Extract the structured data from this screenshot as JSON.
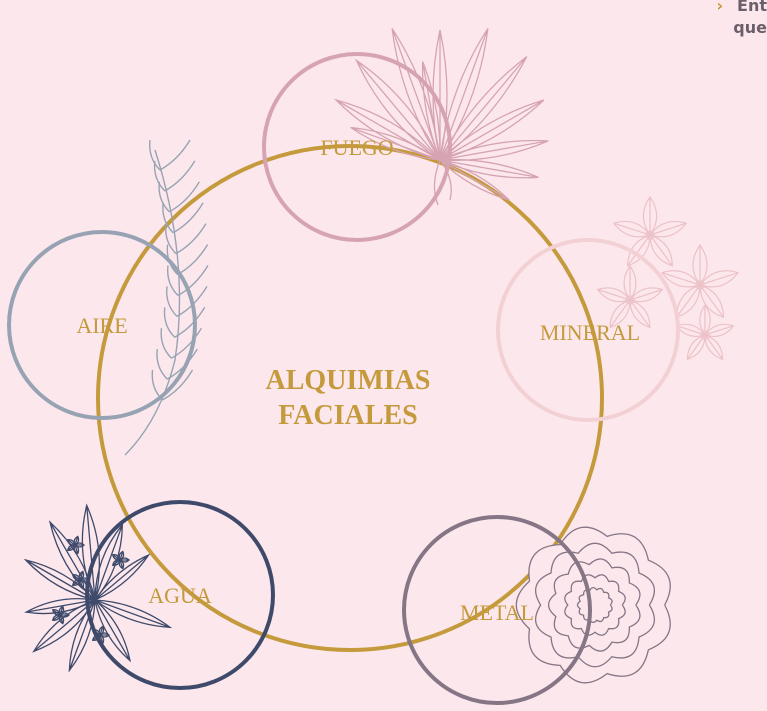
{
  "colors": {
    "background": "#fce8ec",
    "ring": "#c49a3c",
    "label": "#c49a3c",
    "fuego": "#d6a3b3",
    "mineral": "#f2d0d4",
    "metal": "#857585",
    "agua": "#3f4a6b",
    "aire": "#97a3b3"
  },
  "center": {
    "line1": "ALQUIMIAS",
    "line2": "FACIALES"
  },
  "elements": [
    {
      "id": "fuego",
      "label": "FUEGO",
      "color": "#d6a3b3",
      "flower": "fuego-flower-icon"
    },
    {
      "id": "mineral",
      "label": "MINERAL",
      "color": "#f2d0d4",
      "flower": "orchid-icon"
    },
    {
      "id": "metal",
      "label": "METAL",
      "color": "#857585",
      "flower": "peony-icon"
    },
    {
      "id": "agua",
      "label": "AGUA",
      "color": "#3f4a6b",
      "flower": "agua-flower-icon"
    },
    {
      "id": "aire",
      "label": "AIRE",
      "color": "#97a3b3",
      "flower": "feather-leaf-icon"
    }
  ],
  "corner_text": {
    "line1": "Ent",
    "line2": "que"
  }
}
